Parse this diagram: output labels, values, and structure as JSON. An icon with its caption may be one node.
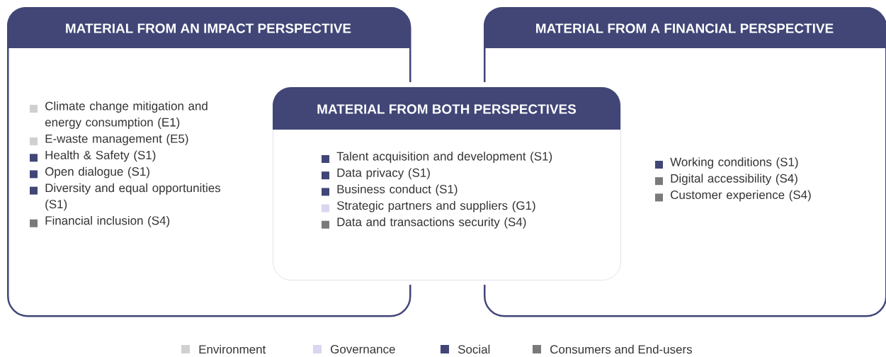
{
  "diagram": {
    "nodes": [
      {
        "text": [
          "MATERIAL FROM AN IMPACT PERSPECTIVE",
          "Climate change mitigation and energy consumption (E1)",
          "E-waste management (E5)",
          "Health & Safety (S1)",
          "Open dialogue (S1)",
          "Diversity and equal opportunities (S1)",
          "Financial inclusion (S4)"
        ]
      },
      {
        "text": [
          "MATERIAL FROM BOTH PERSPECTIVES",
          "Talent acquisition and development (S1)",
          "Data privacy (S1)",
          "Business conduct (S1)",
          "Strategic partners and suppliers (G1)",
          "Data and transactions security (S4)"
        ]
      },
      {
        "text": [
          "MATERIAL FROM A FINANCIAL PERSPECTIVE",
          "Working conditions (S1)",
          "Digital accessibility (S4)",
          "Customer experience (S4)"
        ]
      }
    ],
    "legend": [
      {
        "text": "Environment",
        "color": "#d0d0d0"
      },
      {
        "text": "Governance",
        "color": "#d8d6f0"
      },
      {
        "text": "Social",
        "color": "#414677"
      },
      {
        "text": "Consumers and End-users",
        "color": "#7a7a7a"
      }
    ]
  }
}
